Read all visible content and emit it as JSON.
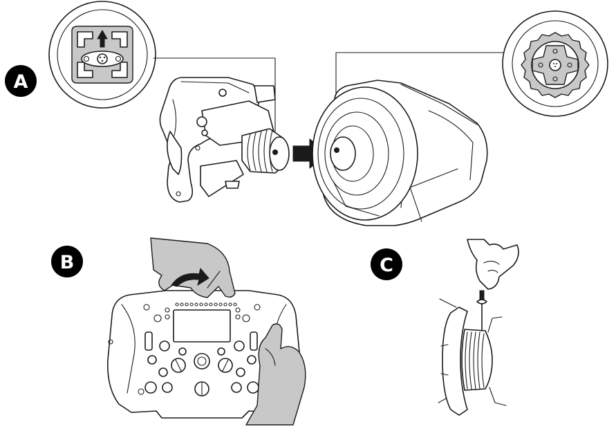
{
  "steps": [
    {
      "label": "A"
    },
    {
      "label": "B"
    },
    {
      "label": "C"
    }
  ],
  "colors": {
    "badge": "#000000",
    "badge_text": "#ffffff",
    "line": "#1a1a1a",
    "hand": "#c8c8c8",
    "plate": "#c8c8c8"
  },
  "icons": {
    "step_a": [
      "wheel-quick-release-closeup",
      "f1-wheel-rim-side-view",
      "arrow-right-icon",
      "wheel-base",
      "base-connector-closeup"
    ],
    "step_b": [
      "hand-icon",
      "curved-arrow-icon",
      "f1-wheel-front-view"
    ],
    "step_c": [
      "hand-icon",
      "screwdriver-icon",
      "quick-release-side-view"
    ]
  }
}
